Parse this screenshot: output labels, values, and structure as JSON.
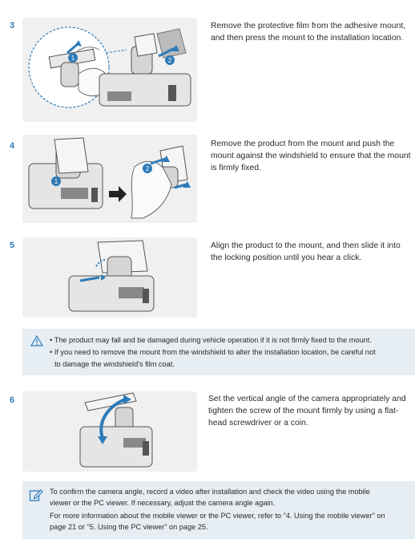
{
  "steps": [
    {
      "number": "3",
      "text": "Remove the protective film from the adhesive mount, and then press the mount to the installation location.",
      "callouts": [
        "1",
        "2"
      ]
    },
    {
      "number": "4",
      "text": "Remove the product from the mount and push the mount against the windshield to ensure that the mount is firmly fixed.",
      "callouts": [
        "1",
        "2"
      ]
    },
    {
      "number": "5",
      "text": "Align the product to the mount, and then slide it into the locking position until you hear a click."
    },
    {
      "number": "6",
      "text": "Set the vertical angle of the camera appropriately and tighten the screw of the mount firmly by using a flat-head screwdriver or a coin."
    }
  ],
  "caution": {
    "icon": "warning-triangle-icon",
    "items": [
      "• The product may fall and be damaged during vehicle operation if it is not firmly fixed to the mount.",
      "• If you need to remove the mount from the windshield to alter the installation location, be careful not",
      "to damage the windshield's film coat."
    ]
  },
  "note": {
    "icon": "note-pencil-icon",
    "lines": [
      "To confirm the camera angle, record a video after installation and check the video using the mobile",
      "viewer or the PC viewer. If necessary, adjust the camera angle again.",
      "For more information about the mobile viewer or the PC viewer, refer to \"4. Using the mobile viewer\" on",
      "page 21 or \"5. Using the PC viewer\" on page 25."
    ]
  },
  "colors": {
    "accent": "#2e7bb8",
    "panel": "#e6edf3",
    "illustration_bg": "#f0f0f0"
  }
}
